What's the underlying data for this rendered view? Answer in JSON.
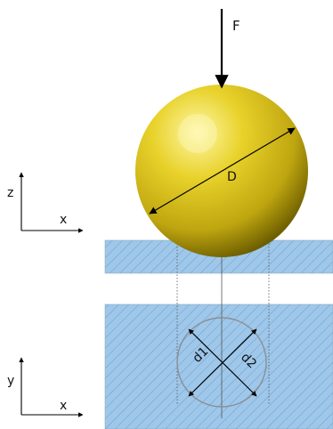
{
  "labels": {
    "force": "F",
    "diameter": "D",
    "side_axes": {
      "vertical": "z",
      "horizontal": "x"
    },
    "top_axes": {
      "vertical": "y",
      "horizontal": "x"
    },
    "d1": "d1",
    "d2": "d2"
  },
  "colors": {
    "sphere_highlight": "#fff7a8",
    "sphere_mid": "#d9c21a",
    "sphere_shadow": "#6e5f00",
    "specimen_fill": "#9ec7ea",
    "hatch": "#6f9ec8",
    "indent_outline": "#8a8f95",
    "line": "#000000"
  },
  "icons": [
    "force-arrow-icon",
    "diameter-arrow-icon",
    "axis-arrows-icon"
  ]
}
